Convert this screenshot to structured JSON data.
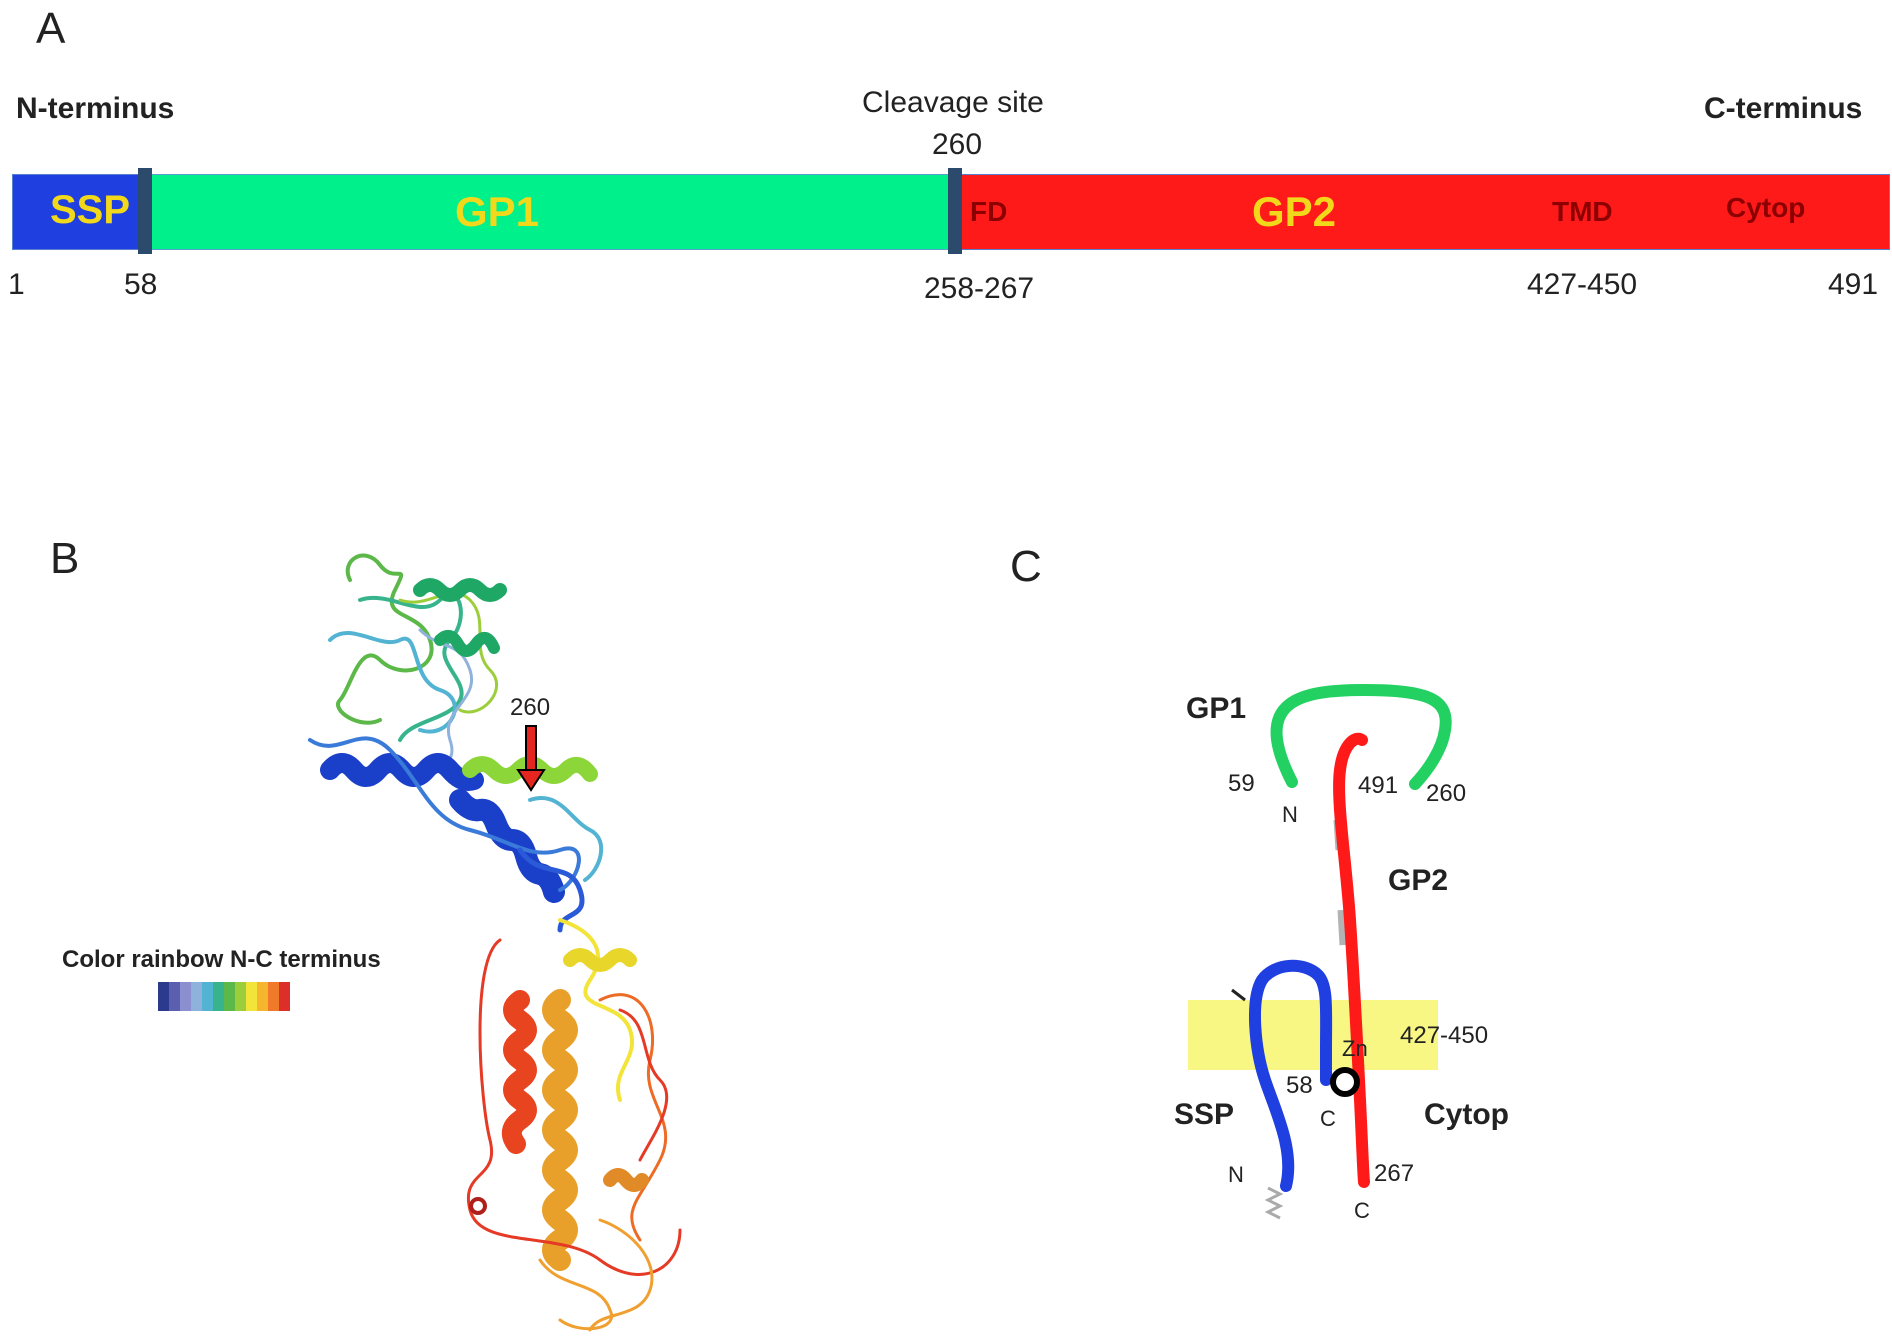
{
  "panels": {
    "a": "A",
    "b": "B",
    "c": "C"
  },
  "panel_a": {
    "n_terminus": "N-terminus",
    "c_terminus": "C-terminus",
    "cleavage_site_label": "Cleavage site",
    "cleavage_site_pos": "260",
    "segments": {
      "ssp": "SSP",
      "gp1": "GP1",
      "fd": "FD",
      "gp2": "GP2",
      "tmd": "TMD",
      "cytop": "Cytop"
    },
    "positions": {
      "p1": "1",
      "p58": "58",
      "p258_267": "258-267",
      "p427_450": "427-450",
      "p491": "491"
    },
    "colors": {
      "ssp": "#1f3fe0",
      "gp1": "#00f08c",
      "gp2": "#ff1a1a",
      "divider": "#2c4a6b",
      "label_yellow": "#f2d81a",
      "label_red": "#8b0000"
    }
  },
  "panel_b": {
    "arrow_label": "260",
    "legend_title": "Color rainbow N-C terminus",
    "rainbow_colors": [
      "#2b3a8c",
      "#5a5fb0",
      "#8b8fd0",
      "#8fb2dc",
      "#52b3d3",
      "#38b48c",
      "#5cb848",
      "#9ccd3a",
      "#f3e43a",
      "#f5b52f",
      "#f07a29",
      "#dc2f2a"
    ]
  },
  "panel_c": {
    "gp1": "GP1",
    "gp2": "GP2",
    "ssp": "SSP",
    "cytop": "Cytop",
    "n59": "59",
    "n_top": "N",
    "n491": "491",
    "n260": "260",
    "n427_450": "427-450",
    "zn": "Zn",
    "n58": "58",
    "c_ssp": "C",
    "n_ssp": "N",
    "n267": "267",
    "c_bottom": "C",
    "colors": {
      "gp1": "#22d162",
      "gp2": "#ff1a1a",
      "ssp": "#1f3fe0",
      "membrane": "#f8f784"
    }
  }
}
